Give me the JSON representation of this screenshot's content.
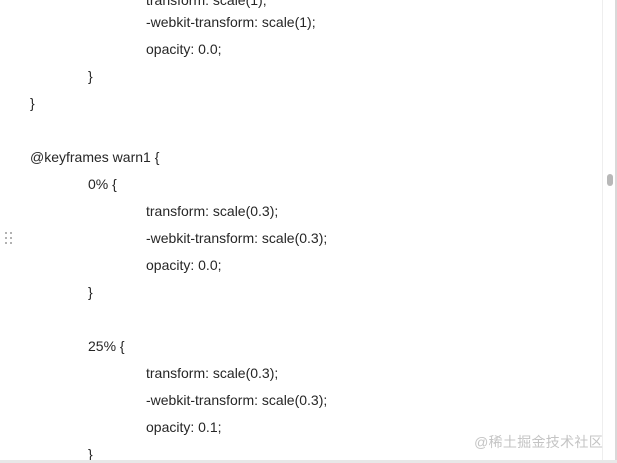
{
  "code": {
    "lines": [
      "-webkit-transform: scale(1);",
      "opacity: 0.0;",
      "}",
      "}",
      "@keyframes warn1 {",
      "0% {",
      "transform: scale(0.3);",
      "-webkit-transform: scale(0.3);",
      "opacity: 0.0;",
      "}",
      "25% {",
      "transform: scale(0.3);",
      "-webkit-transform: scale(0.3);",
      "opacity: 0.1;",
      "}"
    ]
  },
  "icons": {
    "drag_handle": "drag-handle-icon",
    "scroll_thumb": "scrollbar-thumb"
  },
  "watermark": "@稀土掘金技术社区",
  "colors": {
    "text": "#262626",
    "background": "#ffffff",
    "watermark": "#c4c4c4"
  }
}
